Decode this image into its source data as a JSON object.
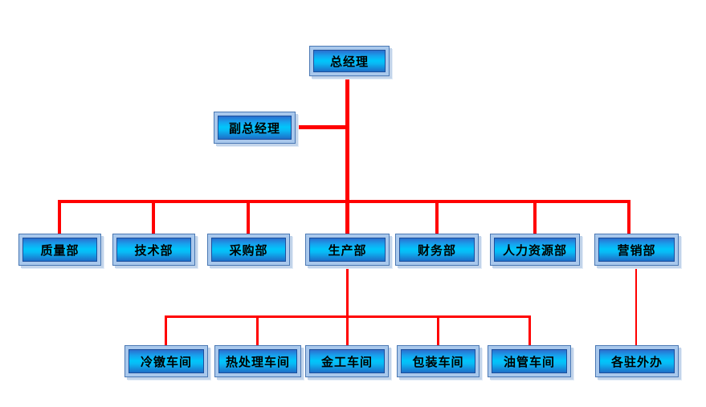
{
  "diagram": {
    "type": "org-chart",
    "nodes": {
      "root": "总经理",
      "deputy": "副总经理",
      "departments": [
        "质量部",
        "技术部",
        "采购部",
        "生产部",
        "财务部",
        "人力资源部",
        "营销部"
      ],
      "production_workshops": [
        "冷镦车间",
        "热处理车间",
        "金工车间",
        "包装车间",
        "油管车间"
      ],
      "marketing_children": [
        "各驻外办"
      ]
    },
    "hierarchy": [
      {
        "label": "总经理",
        "parent": null
      },
      {
        "label": "副总经理",
        "parent": "总经理"
      },
      {
        "label": "质量部",
        "parent": "总经理"
      },
      {
        "label": "技术部",
        "parent": "总经理"
      },
      {
        "label": "采购部",
        "parent": "总经理"
      },
      {
        "label": "生产部",
        "parent": "总经理"
      },
      {
        "label": "财务部",
        "parent": "总经理"
      },
      {
        "label": "人力资源部",
        "parent": "总经理"
      },
      {
        "label": "营销部",
        "parent": "总经理"
      },
      {
        "label": "冷镦车间",
        "parent": "生产部"
      },
      {
        "label": "热处理车间",
        "parent": "生产部"
      },
      {
        "label": "金工车间",
        "parent": "生产部"
      },
      {
        "label": "包装车间",
        "parent": "生产部"
      },
      {
        "label": "油管车间",
        "parent": "生产部"
      },
      {
        "label": "各驻外办",
        "parent": "营销部"
      }
    ],
    "colors": {
      "connector": "#ff0000",
      "box_frame": "#a9c8ec",
      "box_gradient_top": "#2b6fce",
      "box_gradient_middle": "#00c6fb",
      "box_gradient_bottom": "#1d6ec8",
      "text": "#000000",
      "background": "#ffffff"
    }
  }
}
